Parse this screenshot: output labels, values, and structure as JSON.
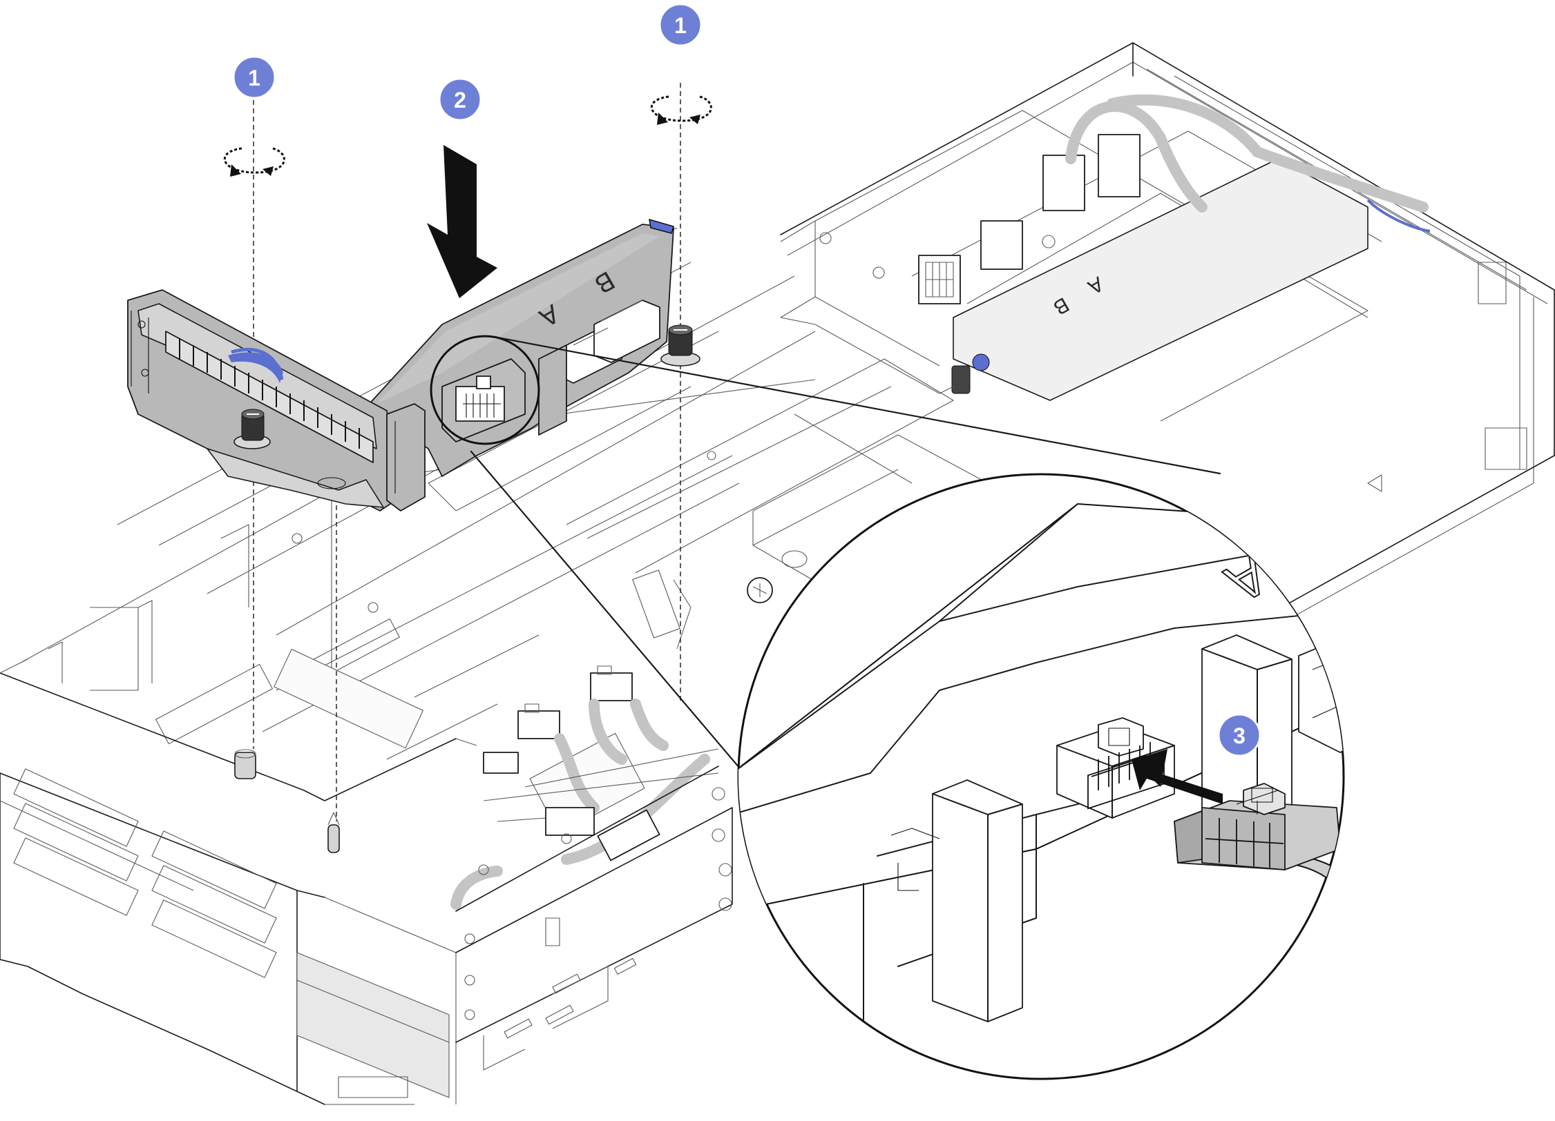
{
  "diagram": {
    "callouts": [
      {
        "id": "step-1-left",
        "label": "1"
      },
      {
        "id": "step-1-right",
        "label": "1"
      },
      {
        "id": "step-2",
        "label": "2"
      },
      {
        "id": "step-3",
        "label": "3"
      }
    ],
    "riser_labels": {
      "slot_a": "A",
      "slot_b": "B"
    },
    "chassis_labels": {
      "slot_a": "A",
      "slot_b": "B"
    },
    "detail_label": "A"
  },
  "colors": {
    "callout": "#6e80d6",
    "line": "#1a1a1a",
    "metal_fill": "#b8b8b8",
    "cable": "#c4c4c4",
    "accent_tab": "#5a6fd0"
  }
}
